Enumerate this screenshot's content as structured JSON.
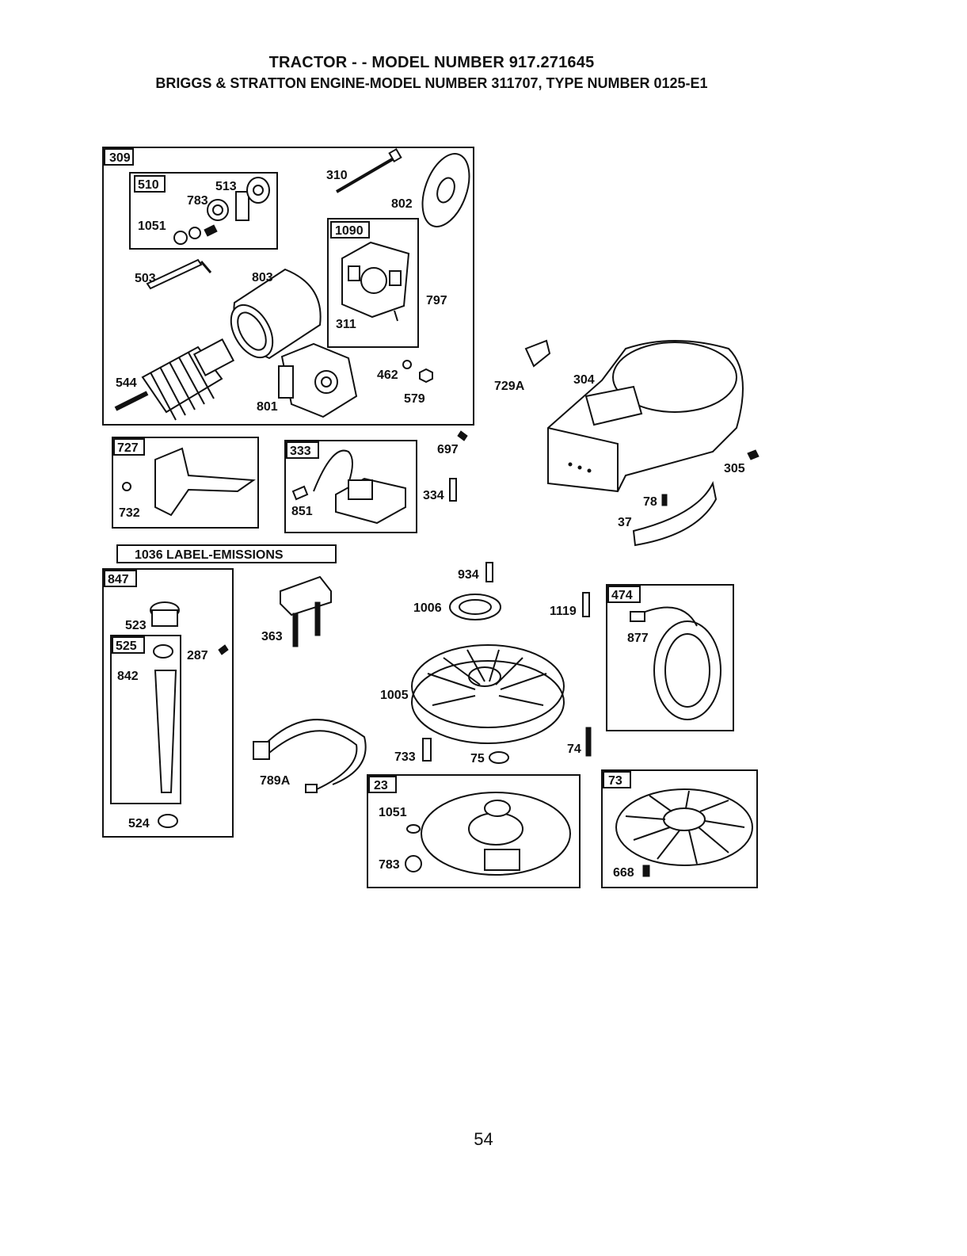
{
  "header": {
    "title": "TRACTOR - - MODEL NUMBER 917.271645",
    "subtitle": "BRIGGS & STRATTON ENGINE-MODEL NUMBER 311707, TYPE NUMBER 0125-E1"
  },
  "groups": {
    "g309": "309",
    "g510": "510",
    "g1090": "1090",
    "g727": "727",
    "g333": "333",
    "g847": "847",
    "g525": "525",
    "g474": "474",
    "g23": "23",
    "g73": "73"
  },
  "label_emissions": "1036 LABEL-EMISSIONS",
  "parts": {
    "p310": "310",
    "p802": "802",
    "p513": "513",
    "p783a": "783",
    "p1051a": "1051",
    "p503": "503",
    "p803": "803",
    "p797": "797",
    "p311": "311",
    "p544": "544",
    "p462": "462",
    "p579": "579",
    "p801": "801",
    "p729A": "729A",
    "p304": "304",
    "p305": "305",
    "p697": "697",
    "p334": "334",
    "p851": "851",
    "p732": "732",
    "p78": "78",
    "p37": "37",
    "p934": "934",
    "p1006": "1006",
    "p1119": "1119",
    "p877": "877",
    "p523": "523",
    "p287": "287",
    "p842": "842",
    "p363": "363",
    "p1005": "1005",
    "p733": "733",
    "p75": "75",
    "p74": "74",
    "p789A": "789A",
    "p524": "524",
    "p1051b": "1051",
    "p783b": "783",
    "p668": "668"
  },
  "page_number": "54"
}
